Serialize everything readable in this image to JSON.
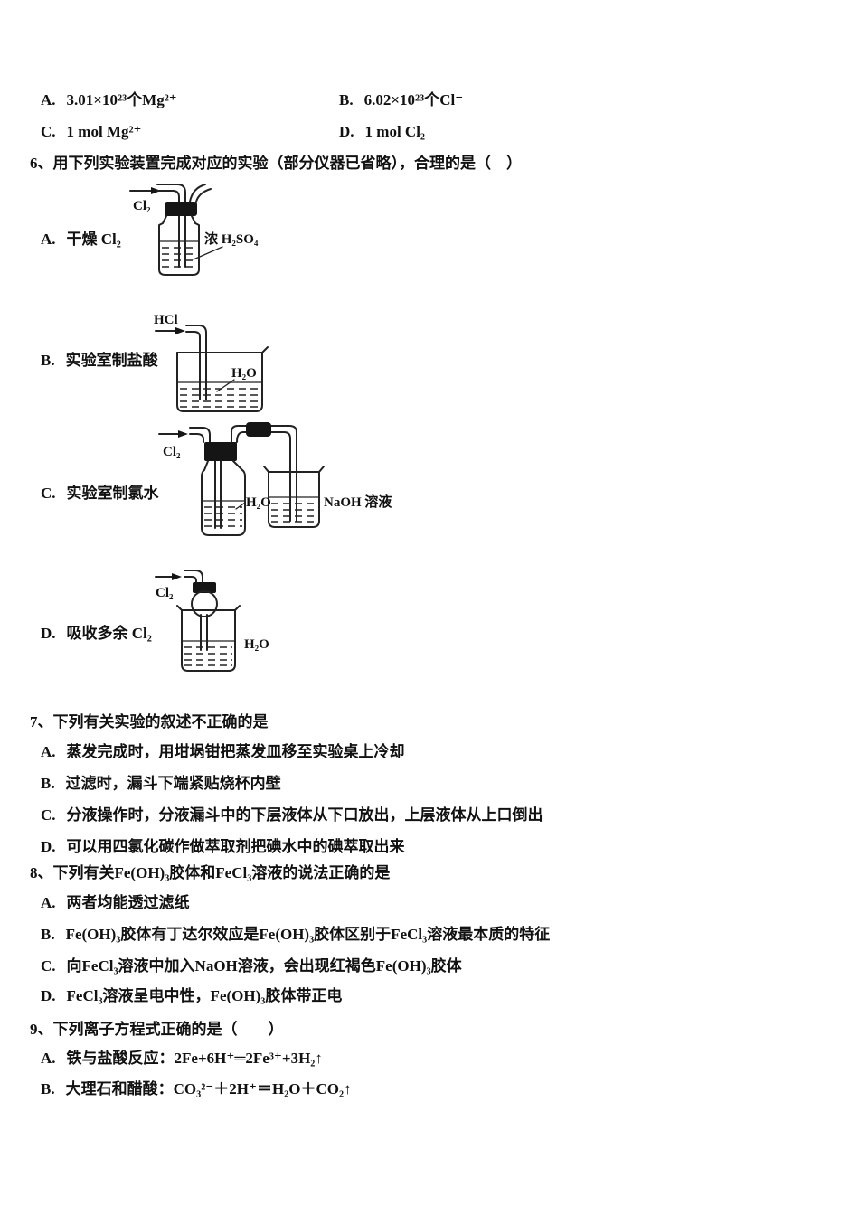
{
  "q5": {
    "options": [
      {
        "label": "A.",
        "text": "3.01×10²³个Mg²⁺"
      },
      {
        "label": "B.",
        "text": "6.02×10²³个Cl⁻"
      },
      {
        "label": "C.",
        "text": "1 mol Mg²⁺"
      },
      {
        "label": "D.",
        "text": "1 mol Cl₂"
      }
    ]
  },
  "q6": {
    "stem": "6、用下列实验装置完成对应的实验（部分仪器已省略），合理的是（　）",
    "options": [
      {
        "label": "A.",
        "text": "干燥 Cl₂"
      },
      {
        "label": "B.",
        "text": "实验室制盐酸"
      },
      {
        "label": "C.",
        "text": "实验室制氯水"
      },
      {
        "label": "D.",
        "text": "吸收多余 Cl₂"
      }
    ],
    "diagram_labels": {
      "a_gas": "Cl₂",
      "a_reagent": "浓 H₂SO₄",
      "b_gas": "HCl",
      "b_reagent": "H₂O",
      "c_gas": "Cl₂",
      "c_bottle_liquid": "H₂O",
      "c_beaker_liquid": "NaOH 溶液",
      "d_gas": "Cl₂",
      "d_reagent": "H₂O"
    }
  },
  "q7": {
    "stem": "7、下列有关实验的叙述不正确的是",
    "options": [
      {
        "label": "A.",
        "text": "蒸发完成时，用坩埚钳把蒸发皿移至实验桌上冷却"
      },
      {
        "label": "B.",
        "text": "过滤时，漏斗下端紧贴烧杯内壁"
      },
      {
        "label": "C.",
        "text": "分液操作时，分液漏斗中的下层液体从下口放出，上层液体从上口倒出"
      },
      {
        "label": "D.",
        "text": "可以用四氯化碳作做萃取剂把碘水中的碘萃取出来"
      }
    ]
  },
  "q8": {
    "stem": "8、下列有关Fe(OH)₃胶体和FeCl₃溶液的说法正确的是",
    "options": [
      {
        "label": "A.",
        "text": "两者均能透过滤纸"
      },
      {
        "label": "B.",
        "text": "Fe(OH)₃胶体有丁达尔效应是Fe(OH)₃胶体区别于FeCl₃溶液最本质的特征"
      },
      {
        "label": "C.",
        "text": "向FeCl₃溶液中加入NaOH溶液，会出现红褐色Fe(OH)₃胶体"
      },
      {
        "label": "D.",
        "text": "FeCl₃溶液呈电中性，Fe(OH)₃胶体带正电"
      }
    ]
  },
  "q9": {
    "stem": "9、下列离子方程式正确的是（　　）",
    "options": [
      {
        "label": "A.",
        "text": "铁与盐酸反应：2Fe+6H⁺═2Fe³⁺+3H₂↑"
      },
      {
        "label": "B.",
        "text": "大理石和醋酸：CO₃²⁻＋2H⁺＝H₂O＋CO₂↑"
      }
    ]
  }
}
